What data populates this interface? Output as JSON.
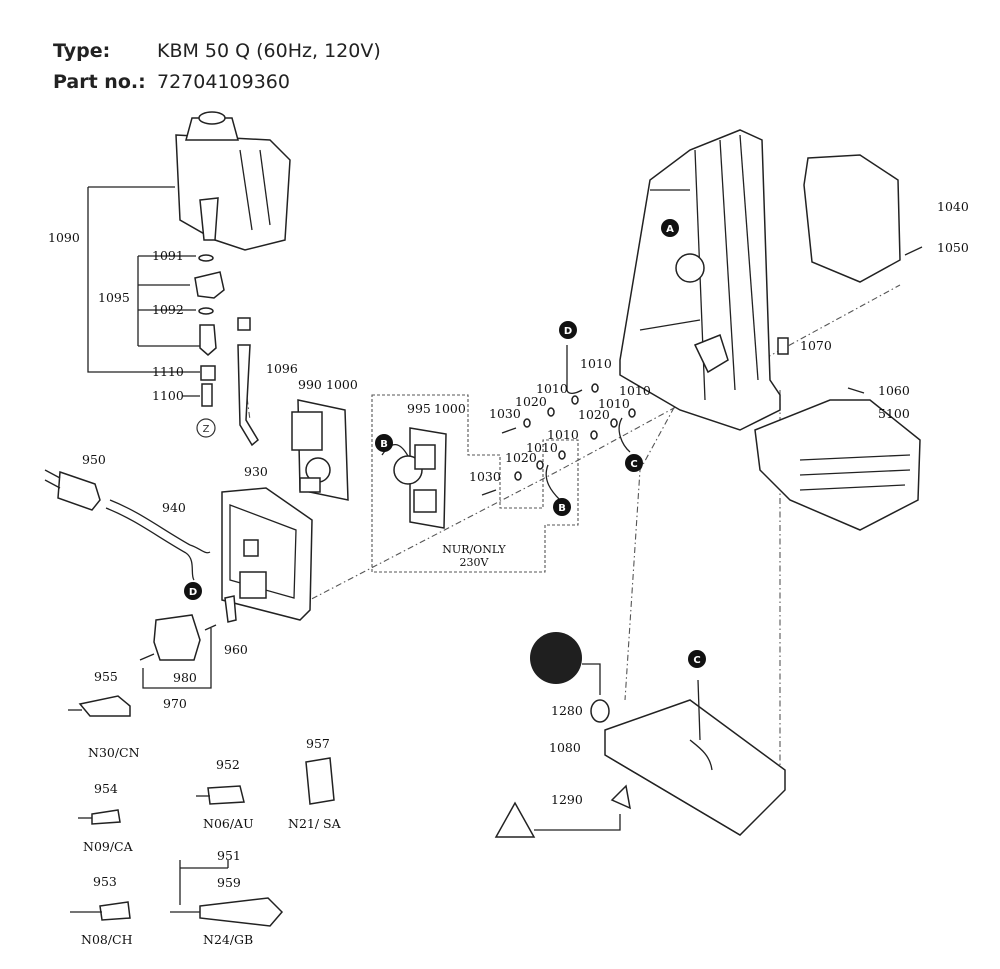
{
  "header": {
    "type_label": "Type:",
    "type_value": "KBM 50 Q (60Hz, 120V)",
    "part_label": "Part no.:",
    "part_value": "72704109360"
  },
  "parts": [
    "1090",
    "1091",
    "1095",
    "1092",
    "1096",
    "1110",
    "1100",
    "990",
    "1000",
    "995",
    "1000",
    "950",
    "940",
    "930",
    "960",
    "980",
    "970",
    "1010",
    "1010",
    "1020",
    "1030",
    "1010",
    "1020",
    "1010",
    "1010",
    "1010",
    "1030",
    "1020",
    "1040",
    "1050",
    "1070",
    "1060",
    "5100",
    "1280",
    "1080",
    "1290",
    "955",
    "957",
    "952",
    "954",
    "951",
    "959",
    "953"
  ],
  "markers": [
    "A",
    "B",
    "B",
    "C",
    "C",
    "D",
    "D",
    "Z"
  ],
  "box_note": [
    "NUR/ONLY",
    "230V"
  ],
  "variants": [
    "N30/CN",
    "N06/AU",
    "N21/ SA",
    "N09/CA",
    "N08/CH",
    "N24/GB"
  ]
}
